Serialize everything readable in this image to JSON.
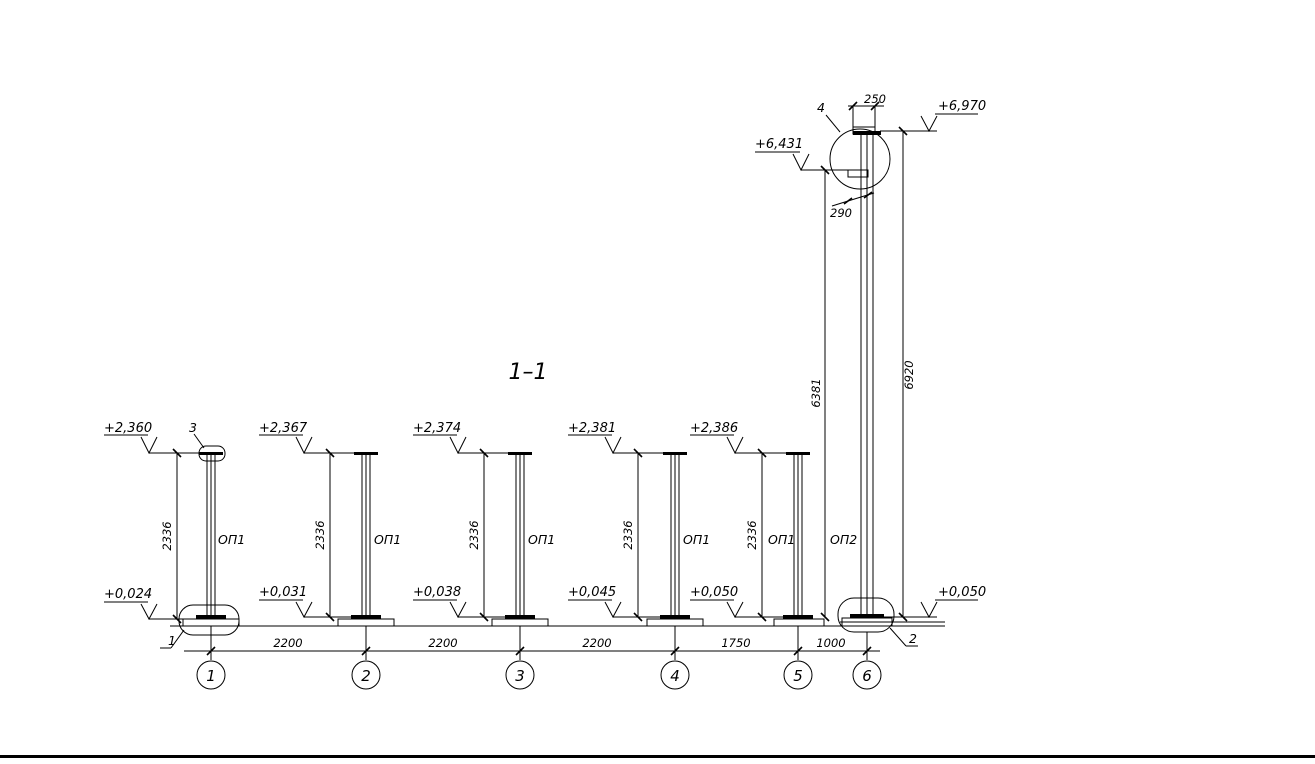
{
  "section_title": "1–1",
  "columns": [
    {
      "axis": "1",
      "label": "ОП1",
      "top_elev": "+2,360",
      "base_elev": "+0,024",
      "height": "2336",
      "callout": "3"
    },
    {
      "axis": "2",
      "label": "ОП1",
      "top_elev": "+2,367",
      "base_elev": "+0,031",
      "height": "2336"
    },
    {
      "axis": "3",
      "label": "ОП1",
      "top_elev": "+2,374",
      "base_elev": "+0,038",
      "height": "2336"
    },
    {
      "axis": "4",
      "label": "ОП1",
      "top_elev": "+2,381",
      "base_elev": "+0,045",
      "height": "2336"
    },
    {
      "axis": "5",
      "label": "ОП1",
      "top_elev": "+2,386",
      "base_elev": "+0,050",
      "height": "2336"
    }
  ],
  "tall_column": {
    "axis": "6",
    "label": "ОП2",
    "top_elev": "+6,970",
    "mid_elev": "+6,431",
    "base_elev": "+0,050",
    "height_full": "6920",
    "height_mid": "6381",
    "detail_top": "250",
    "detail_gap": "290",
    "detail_callout": "4"
  },
  "spans": [
    "2200",
    "2200",
    "2200",
    "1750",
    "1000"
  ],
  "callouts": {
    "base_left": "1",
    "base_right": "2"
  }
}
